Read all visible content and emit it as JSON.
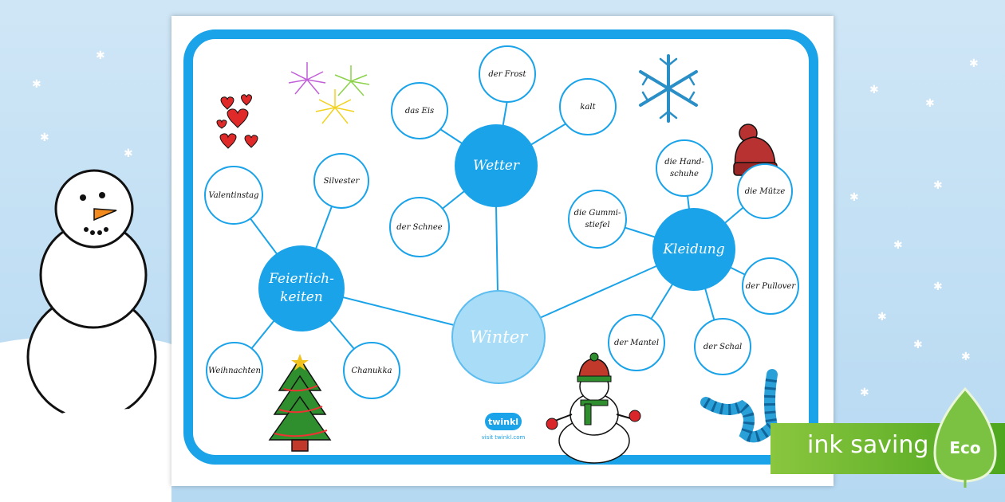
{
  "mindmap": {
    "center": "Winter",
    "hubs": {
      "weather": "Wetter",
      "clothing": "Kleidung",
      "holidays_line1": "Feierlich-",
      "holidays_line2": "keiten"
    },
    "weather_words": [
      "der Frost",
      "das Eis",
      "kalt",
      "der Schnee"
    ],
    "clothing_words": {
      "gloves_line1": "die Hand-",
      "gloves_line2": "schuhe",
      "hat": "die Mütze",
      "boots_line1": "die Gummi-",
      "boots_line2": "stiefel",
      "sweater": "der Pullover",
      "coat": "der Mantel",
      "scarf": "der Schal"
    },
    "holiday_words": [
      "Valentinstag",
      "Silvester",
      "Weihnachten",
      "Chanukka"
    ]
  },
  "branding": {
    "logo": "twinkl",
    "url": "visit twinkl.com"
  },
  "eco_badge": {
    "text": "ink saving",
    "label": "Eco"
  },
  "colors": {
    "primary_blue": "#1aa3e8",
    "center_blue": "#a9dcf6",
    "eco_green": "#6cbf2f"
  }
}
